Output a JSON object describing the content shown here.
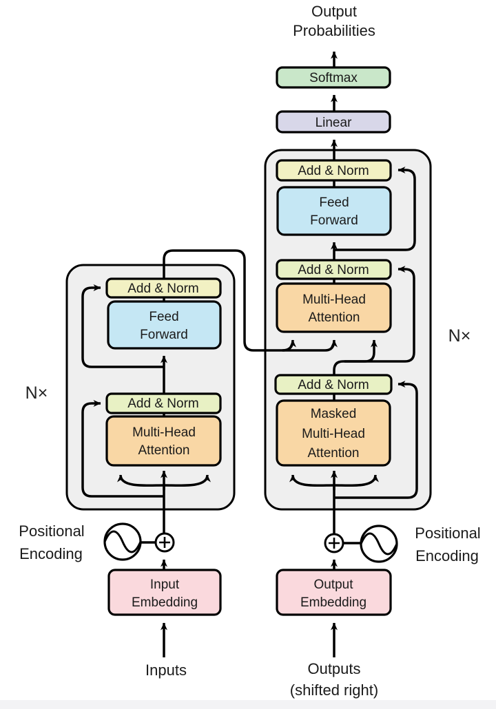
{
  "colors": {
    "background": "#ffffff",
    "block_bg": "#efefef",
    "stroke": "#000000",
    "softmax": "#c9e7c9",
    "linear": "#d8d7e9",
    "add_norm": "#f2f1c3",
    "add_norm_alt": "#e8f1c4",
    "feed_forward": "#c5e7f4",
    "attention": "#f9d7a5",
    "embedding": "#fad9dd",
    "footer_strip": "#f3f3f5"
  },
  "header": {
    "output_prob_line1": "Output",
    "output_prob_line2": "Probabilities"
  },
  "boxes": {
    "softmax": "Softmax",
    "linear": "Linear",
    "add_norm": "Add & Norm",
    "feed_forward": {
      "line1": "Feed",
      "line2": "Forward"
    },
    "multi_head_attention": {
      "line1": "Multi-Head",
      "line2": "Attention"
    },
    "masked_multi_head_attention": {
      "line1": "Masked",
      "line2": "Multi-Head",
      "line3": "Attention"
    },
    "input_embedding": {
      "line1": "Input",
      "line2": "Embedding"
    },
    "output_embedding": {
      "line1": "Output",
      "line2": "Embedding"
    }
  },
  "labels": {
    "n_times_left": "N×",
    "n_times_right": "N×",
    "positional_encoding": {
      "line1": "Positional",
      "line2": "Encoding"
    },
    "inputs": "Inputs",
    "outputs_line1": "Outputs",
    "outputs_line2": "(shifted right)"
  }
}
